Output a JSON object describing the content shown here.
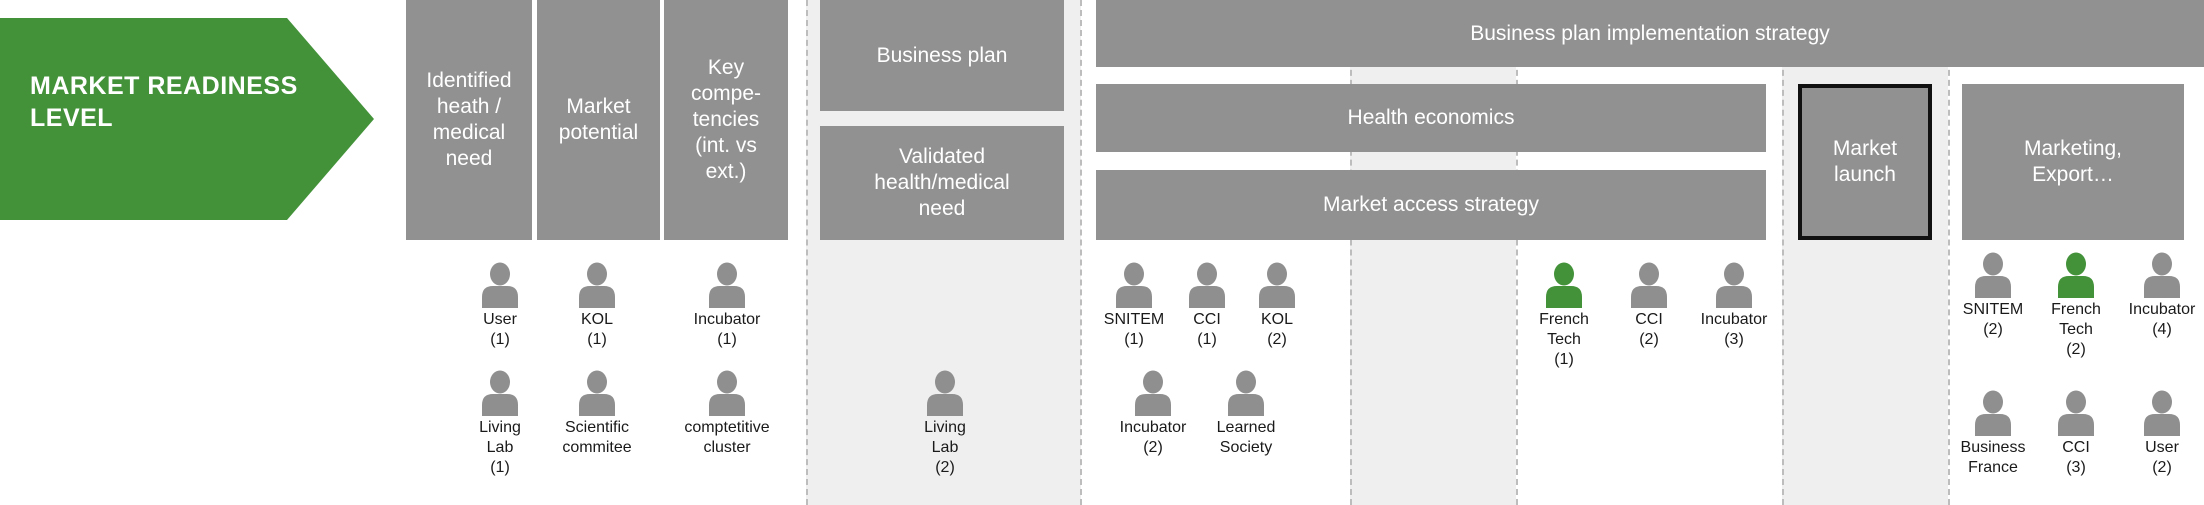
{
  "title": "MARKET READINESS LEVEL",
  "colors": {
    "arrow": "#43923a",
    "box": "#919191",
    "band": "#efefef",
    "person_default": "#8f8f8f",
    "person_highlight": "#43923a"
  },
  "boxes": {
    "identified_need": "Identified\nheath /\nmedical\nneed",
    "market_potential": "Market\npotential",
    "key_competencies": "Key\ncompe-\ntencies\n(int. vs\next.)",
    "business_plan": "Business plan",
    "validated_need": "Validated\nhealth/medical\nneed",
    "bp_implementation": "Business plan implementation strategy",
    "health_economics": "Health economics",
    "market_access": "Market access strategy",
    "market_launch": "Market\nlaunch",
    "marketing_export": "Marketing,\nExport…"
  },
  "actors": [
    {
      "name": "User",
      "count": "(1)",
      "icon": "person-icon",
      "highlight": false
    },
    {
      "name": "KOL",
      "count": "(1)",
      "icon": "person-icon",
      "highlight": false
    },
    {
      "name": "Incubator",
      "count": "(1)",
      "icon": "person-icon",
      "highlight": false
    },
    {
      "name": "Living\nLab",
      "count": "(1)",
      "icon": "person-icon",
      "highlight": false
    },
    {
      "name": "Scientific\ncommitee",
      "count": "",
      "icon": "person-icon",
      "highlight": false
    },
    {
      "name": "comptetitive\ncluster",
      "count": "",
      "icon": "person-icon",
      "highlight": false
    },
    {
      "name": "Living\nLab",
      "count": "(2)",
      "icon": "person-icon",
      "highlight": false
    },
    {
      "name": "SNITEM",
      "count": "(1)",
      "icon": "person-icon",
      "highlight": false
    },
    {
      "name": "CCI",
      "count": "(1)",
      "icon": "person-icon",
      "highlight": false
    },
    {
      "name": "KOL",
      "count": "(2)",
      "icon": "person-icon",
      "highlight": false
    },
    {
      "name": "Incubator",
      "count": "(2)",
      "icon": "person-icon",
      "highlight": false
    },
    {
      "name": "Learned\nSociety",
      "count": "",
      "icon": "person-icon",
      "highlight": false
    },
    {
      "name": "French\nTech",
      "count": "(1)",
      "icon": "person-icon",
      "highlight": true
    },
    {
      "name": "CCI",
      "count": "(2)",
      "icon": "person-icon",
      "highlight": false
    },
    {
      "name": "Incubator",
      "count": "(3)",
      "icon": "person-icon",
      "highlight": false
    },
    {
      "name": "SNITEM",
      "count": "(2)",
      "icon": "person-icon",
      "highlight": false
    },
    {
      "name": "French\nTech",
      "count": "(2)",
      "icon": "person-icon",
      "highlight": true
    },
    {
      "name": "Incubator",
      "count": "(4)",
      "icon": "person-icon",
      "highlight": false
    },
    {
      "name": "Business\nFrance",
      "count": "",
      "icon": "person-icon",
      "highlight": false
    },
    {
      "name": "CCI",
      "count": "(3)",
      "icon": "person-icon",
      "highlight": false
    },
    {
      "name": "User",
      "count": "(2)",
      "icon": "person-icon",
      "highlight": false
    }
  ]
}
